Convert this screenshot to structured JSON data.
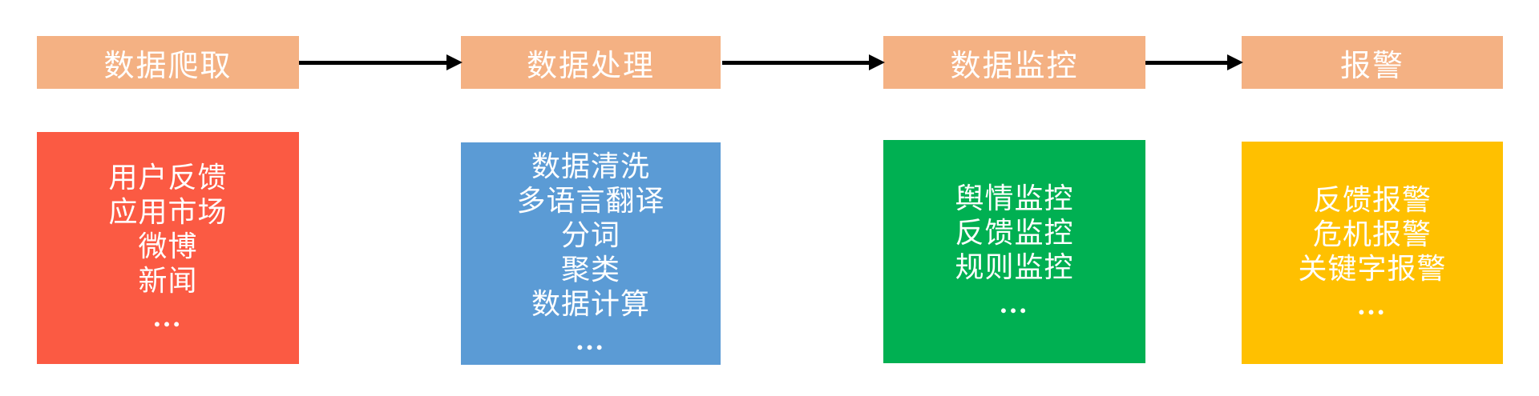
{
  "diagram": {
    "colors": {
      "background": "#FFFFFF",
      "header_fill": "#F4B183",
      "arrow": "#000000",
      "text": "#FFFFFF"
    },
    "stages": [
      {
        "header": "数据爬取",
        "box_color": "#FB5A43",
        "items": [
          "用户反馈",
          "应用市场",
          "微博",
          "新闻",
          "…"
        ]
      },
      {
        "header": "数据处理",
        "box_color": "#5B9BD5",
        "items": [
          "数据清洗",
          "多语言翻译",
          "分词",
          "聚类",
          "数据计算",
          "…"
        ]
      },
      {
        "header": "数据监控",
        "box_color": "#00B052",
        "items": [
          "舆情监控",
          "反馈监控",
          "规则监控",
          "…"
        ]
      },
      {
        "header": "报警",
        "box_color": "#FFC000",
        "items": [
          "反馈报警",
          "危机报警",
          "关键字报警",
          "…"
        ]
      }
    ]
  }
}
